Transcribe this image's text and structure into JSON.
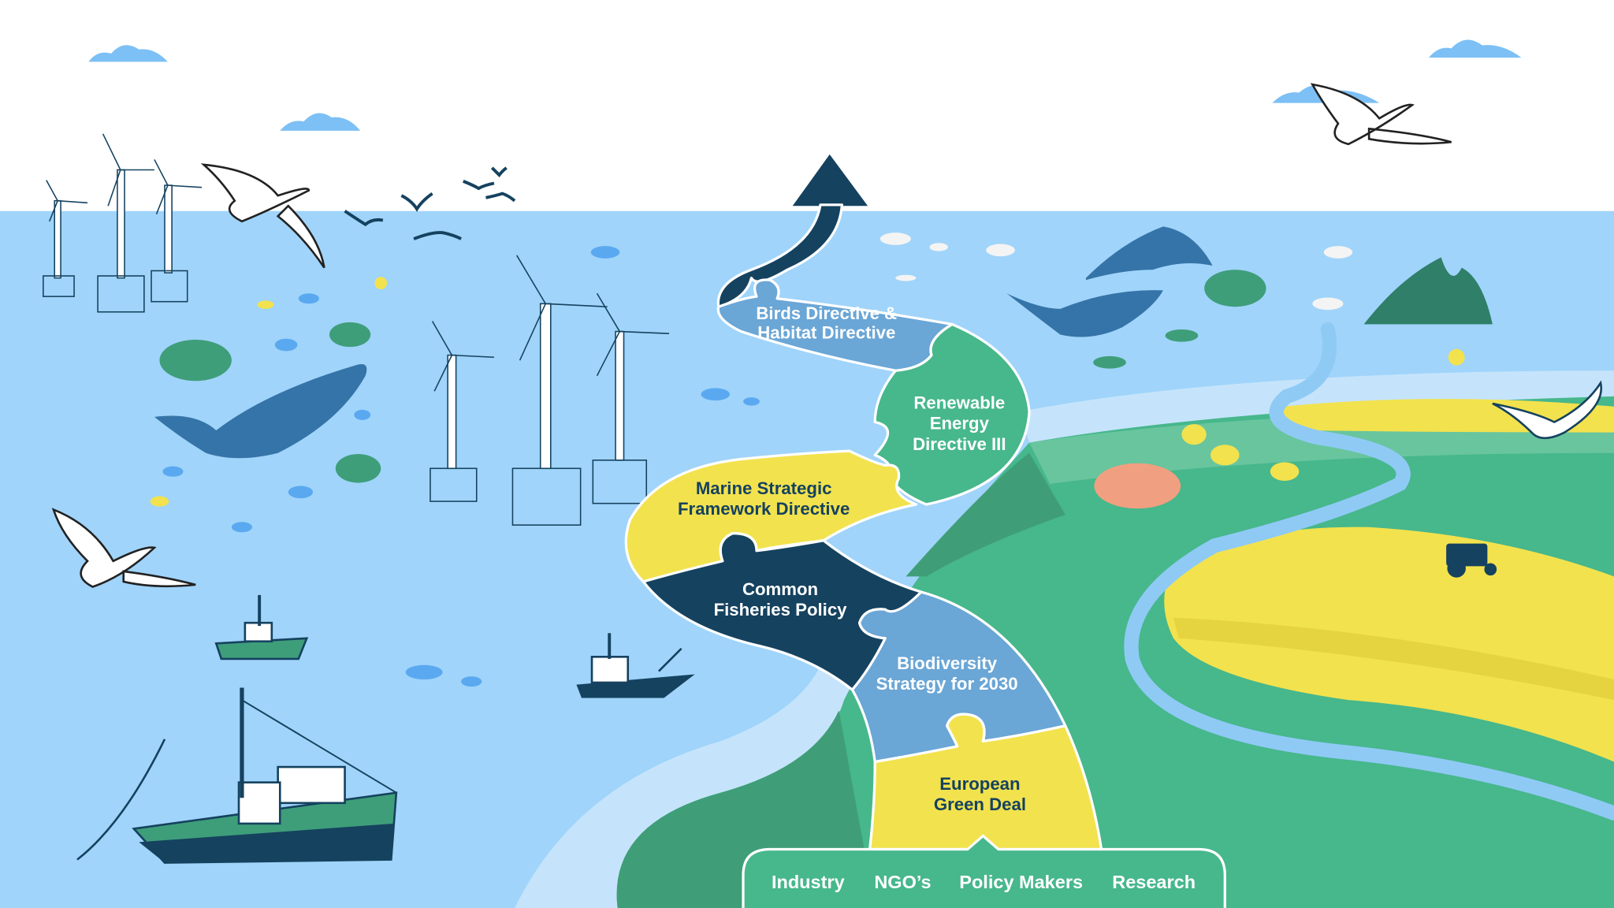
{
  "colors": {
    "sky": "#ffffff",
    "sea": "#a0d4fa",
    "sea_light": "#c5e4fb",
    "land_green": "#47b78c",
    "land_dark": "#3f9e78",
    "field_yellow": "#f2e24e",
    "navy": "#15425f",
    "puzzle_blue": "#6aa6d6",
    "fish_blue": "#5aa9f0",
    "dolphin": "#3574a8"
  },
  "puzzle": {
    "birds": {
      "lines": [
        "Birds Directive &",
        "Habitat Directive"
      ]
    },
    "renewable": {
      "lines": [
        "Renewable",
        "Energy",
        "Directive III"
      ]
    },
    "marine": {
      "lines": [
        "Marine Strategic",
        "Framework Directive"
      ]
    },
    "fisheries": {
      "lines": [
        "Common",
        "Fisheries Policy"
      ]
    },
    "biodiversity": {
      "lines": [
        "Biodiversity",
        "Strategy for 2030"
      ]
    },
    "green_deal": {
      "lines": [
        "European",
        "Green Deal"
      ]
    }
  },
  "stakeholders": [
    "Industry",
    "NGO’s",
    "Policy Makers",
    "Research"
  ]
}
